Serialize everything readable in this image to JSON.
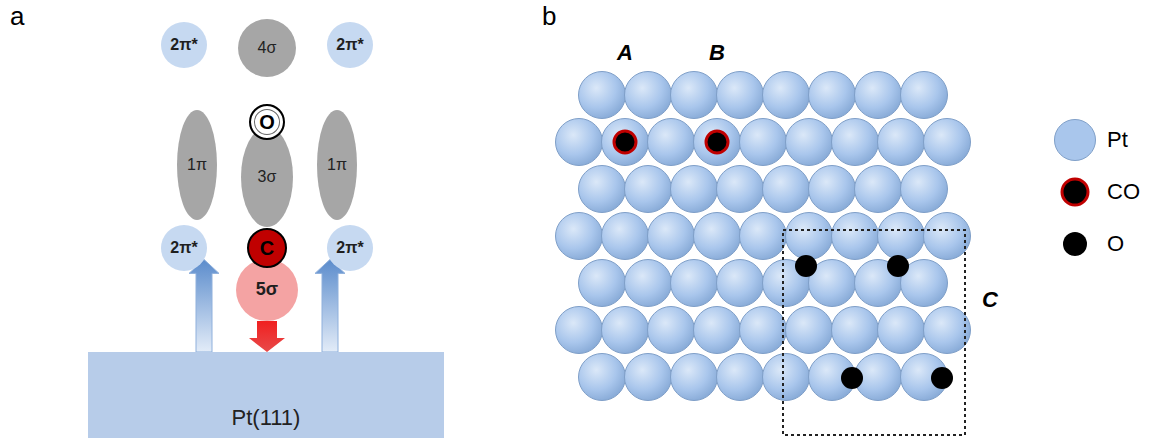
{
  "diagram": {
    "nodes": [
      {
        "text": [
          "2π*"
        ]
      },
      {
        "text": [
          "4σ"
        ]
      },
      {
        "text": [
          "2π*"
        ]
      },
      {
        "text": [
          "O"
        ]
      },
      {
        "text": [
          "1π"
        ]
      },
      {
        "text": [
          "3σ"
        ]
      },
      {
        "text": [
          "1π"
        ]
      },
      {
        "text": [
          "2π*"
        ]
      },
      {
        "text": [
          "C"
        ]
      },
      {
        "text": [
          "2π*"
        ]
      },
      {
        "text": [
          "5σ"
        ]
      },
      {
        "text": [
          "Pt(111)"
        ]
      }
    ],
    "edges": [
      {
        "from": 10,
        "to": 11,
        "arrow": "to"
      },
      {
        "from": 11,
        "to": 7,
        "arrow": "to"
      },
      {
        "from": 11,
        "to": 9,
        "arrow": "to"
      }
    ],
    "labels": [
      "a",
      "b",
      "A",
      "B",
      "C"
    ],
    "legend": [
      {
        "text": "Pt",
        "color": "#a9c6ec"
      },
      {
        "text": "CO"
      },
      {
        "text": "O",
        "color": "#000000"
      }
    ]
  }
}
